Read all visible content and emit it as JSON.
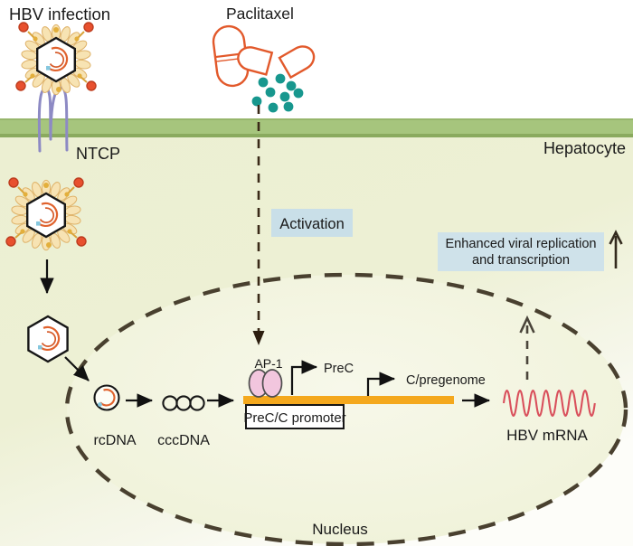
{
  "labels": {
    "hbv_infection": "HBV infection",
    "paclitaxel": "Paclitaxel",
    "ntcp": "NTCP",
    "hepatocyte": "Hepatocyte",
    "activation": "Activation",
    "outcome_line1": "Enhanced viral replication",
    "outcome_line2": "and transcription",
    "rcdna": "rcDNA",
    "cccdna": "cccDNA",
    "ap1": "AP-1",
    "promoter": "PreC/C promoter",
    "prec": "PreC",
    "c_pregenome": "C/pregenome",
    "hbv_mrna": "HBV mRNA",
    "nucleus": "Nucleus"
  },
  "colors": {
    "membrane": "#a6c57d",
    "membrane_edge": "#8aaa5e",
    "cytoplasm": "#edf0d4",
    "nucleus_fill": "#f2f4e0",
    "nucleus_dash": "#49402f",
    "activation_box": "#c9dfe8",
    "outcome_box": "#cfe2ea",
    "dna_bar": "#f4a81d",
    "ap1_fill": "#f2c6de",
    "mrna_wave": "#d9505c",
    "capsule_outline": "#e2592b",
    "drug_dots": "#17978e",
    "ntcp_receptor": "#8d8ac4",
    "virus_envelope": "#f7e3b3",
    "virus_knob": "#e8502e",
    "virus_dot": "#e3af3c",
    "dna_arc": "#e0622d",
    "primer_dot": "#85c7de"
  }
}
